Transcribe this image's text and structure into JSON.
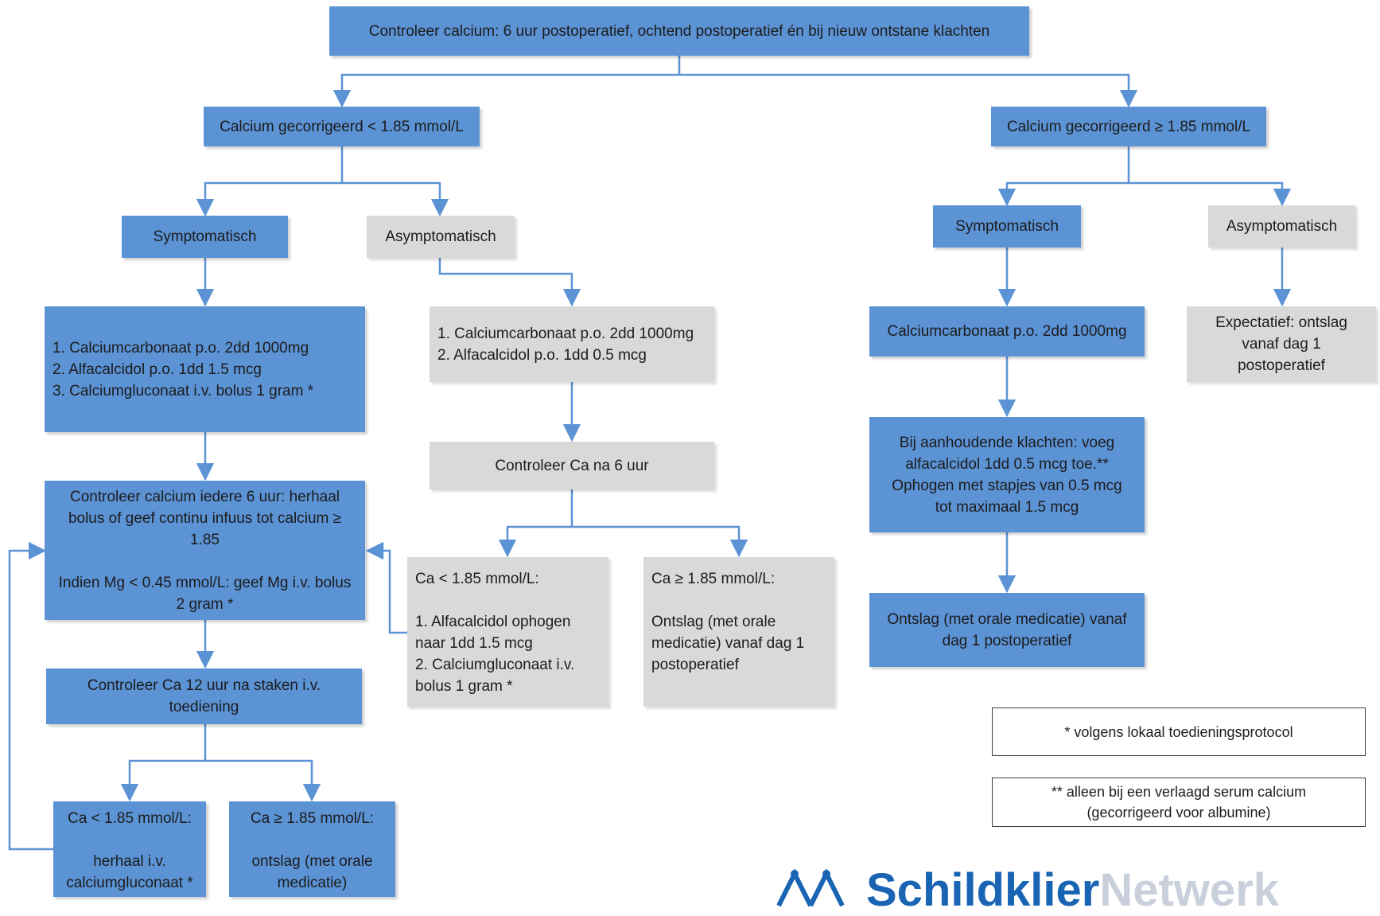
{
  "diagram": {
    "top": "Controleer calcium: 6 uur postoperatief, ochtend postoperatief én bij nieuw ontstane klachten",
    "left": {
      "header": "Calcium gecorrigeerd < 1.85 mmol/L",
      "symptomatic": {
        "label": "Symptomatisch",
        "treatment": "1. Calciumcarbonaat p.o. 2dd 1000mg\n2. Alfacalcidol p.o. 1dd 1.5 mcg\n3. Calciumgluconaat i.v. bolus 1 gram *",
        "monitor": "Controleer calcium iedere 6 uur: herhaal bolus of geef continu infuus tot calcium ≥ 1.85\n\nIndien Mg < 0.45 mmol/L: geef Mg i.v. bolus 2 gram *",
        "recheck": "Controleer Ca 12 uur na staken i.v. toediening",
        "low": "Ca < 1.85 mmol/L:\n\nherhaal i.v. calciumgluconaat *",
        "ok": "Ca ≥ 1.85 mmol/L:\n\nontslag (met orale medicatie)"
      },
      "asymptomatic": {
        "label": "Asymptomatisch",
        "treatment": "1. Calciumcarbonaat p.o. 2dd 1000mg\n2. Alfacalcidol p.o. 1dd 0.5 mcg",
        "recheck": "Controleer Ca na 6 uur",
        "low": "Ca < 1.85 mmol/L:\n\n1. Alfacalcidol ophogen naar 1dd 1.5 mcg\n2. Calciumgluconaat i.v. bolus 1 gram *",
        "ok": "Ca ≥  1.85 mmol/L:\n\nOntslag (met orale medicatie) vanaf dag 1 postoperatief"
      }
    },
    "right": {
      "header": "Calcium gecorrigeerd ≥ 1.85 mmol/L",
      "symptomatic": {
        "label": "Symptomatisch",
        "treatment": "Calciumcarbonaat p.o. 2dd 1000mg",
        "persistent": "Bij aanhoudende klachten: voeg alfacalcidol 1dd 0.5 mcg toe.**\nOphogen met stapjes van 0.5 mcg tot maximaal 1.5 mcg",
        "discharge": "Ontslag (met orale medicatie) vanaf dag 1 postoperatief"
      },
      "asymptomatic": {
        "label": "Asymptomatisch",
        "plan": "Expectatief: ontslag vanaf dag 1 postoperatief"
      }
    },
    "notes": {
      "note1": "* volgens lokaal toedieningsprotocol",
      "note2": "** alleen bij een verlaagd serum calcium (gecorrigeerd voor albumine)"
    },
    "logo": {
      "part1": "Schildklier",
      "part2": "Netwerk"
    }
  },
  "colors": {
    "blue_box": "#5b93d5",
    "grey_box": "#d9d9d9",
    "connector": "#5b93d5",
    "logo_primary": "#1a64b4",
    "logo_secondary": "#c9d0db"
  }
}
